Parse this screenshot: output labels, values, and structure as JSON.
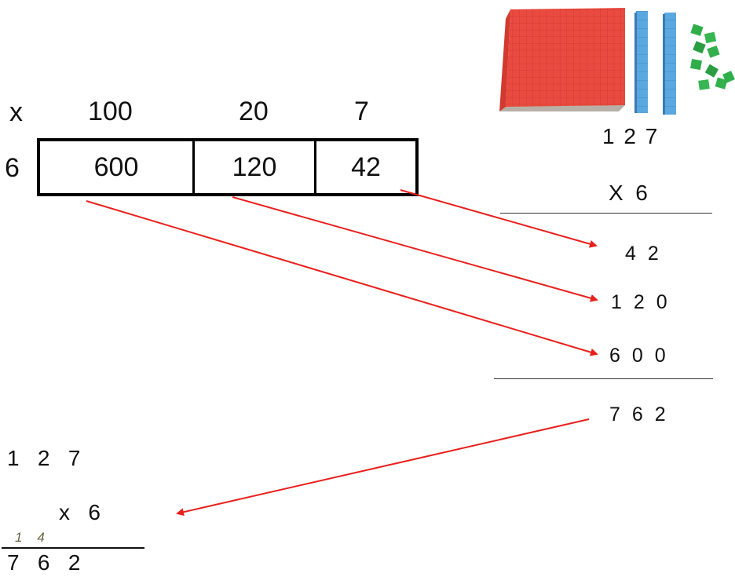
{
  "area_model": {
    "operator": "x",
    "multiplier": "6",
    "column_headers": [
      "100",
      "20",
      "7"
    ],
    "products": [
      "600",
      "120",
      "42"
    ]
  },
  "base_ten_blocks": {
    "hundreds_icon": "hundred-flat-block",
    "tens_icon": "ten-rod-block",
    "ones_icon": "unit-cube-block",
    "hundred_color": "#e8453c",
    "ten_color": "#5aa8e0",
    "unit_color": "#2fae4a"
  },
  "partial_products_method": {
    "multiplicand": "1 2 7",
    "multiplier": "X  6",
    "partials": [
      "4 2",
      "1 2 0",
      "6 0 0"
    ],
    "total": "7 6 2"
  },
  "standard_algorithm": {
    "multiplicand": "1   2   7",
    "multiplier": "x   6",
    "carries": "1    4",
    "result": "7   6   2"
  },
  "arrow_color": "#e8201c"
}
